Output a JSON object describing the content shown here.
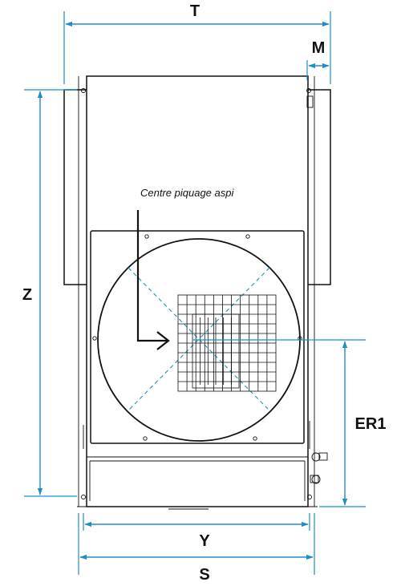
{
  "labels": {
    "T": "T",
    "M": "M",
    "Z": "Z",
    "ER1": "ER1",
    "Y": "Y",
    "S": "S",
    "callout": "Centre piquage aspi"
  },
  "colors": {
    "dimension": "#1c8fc9",
    "outline": "#111111",
    "background": "#ffffff"
  }
}
